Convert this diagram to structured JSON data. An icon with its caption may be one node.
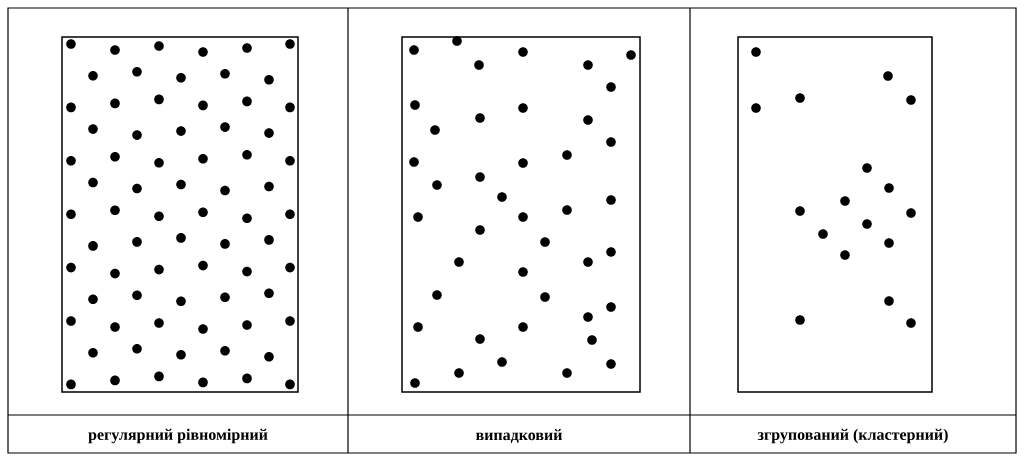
{
  "diagram": {
    "labels": [
      "регулярний рівномірний",
      "випадковий",
      "згрупований (кластерний)"
    ]
  }
}
